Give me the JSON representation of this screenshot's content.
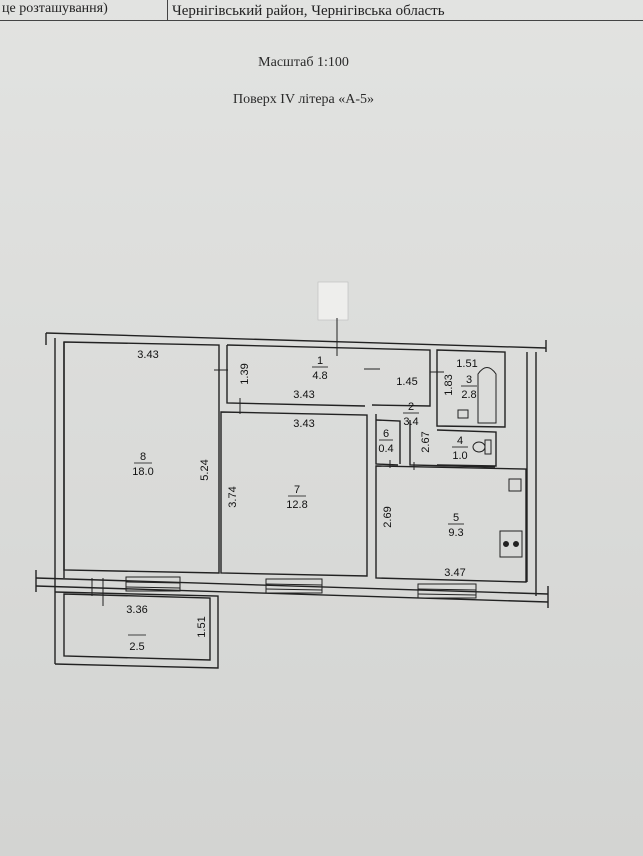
{
  "header": {
    "location_left": "це розташування)",
    "location_right": "Чернігівський район, Чернігівська область"
  },
  "scale_text": "Масштаб 1:100",
  "floor_text": "Поверх IV  літера «А-5»",
  "rooms": [
    {
      "id": "1",
      "number": "1",
      "area": "4.8"
    },
    {
      "id": "2",
      "number": "2",
      "area": "3.4"
    },
    {
      "id": "3",
      "number": "3",
      "area": "2.8"
    },
    {
      "id": "4",
      "number": "4",
      "area": "1.0"
    },
    {
      "id": "5",
      "number": "5",
      "area": "9.3"
    },
    {
      "id": "6",
      "number": "6",
      "area": "0.4"
    },
    {
      "id": "7",
      "number": "7",
      "area": "12.8"
    },
    {
      "id": "8",
      "number": "8",
      "area": "18.0"
    },
    {
      "id": "balcony",
      "number": "",
      "area": "2.5"
    }
  ],
  "dimensions": {
    "room8_width": "3.43",
    "room8_length": "5.24",
    "room1_length": "3.43",
    "room1_width": "1.39",
    "room7_width": "3.43",
    "room7_length": "3.74",
    "room2_width": "1.45",
    "room2_length": "2.67",
    "room3_width": "1.51",
    "room3_length": "1.83",
    "room5_length": "2.69",
    "room5_width": "3.47",
    "balcony_width": "3.36",
    "balcony_length": "1.51"
  }
}
